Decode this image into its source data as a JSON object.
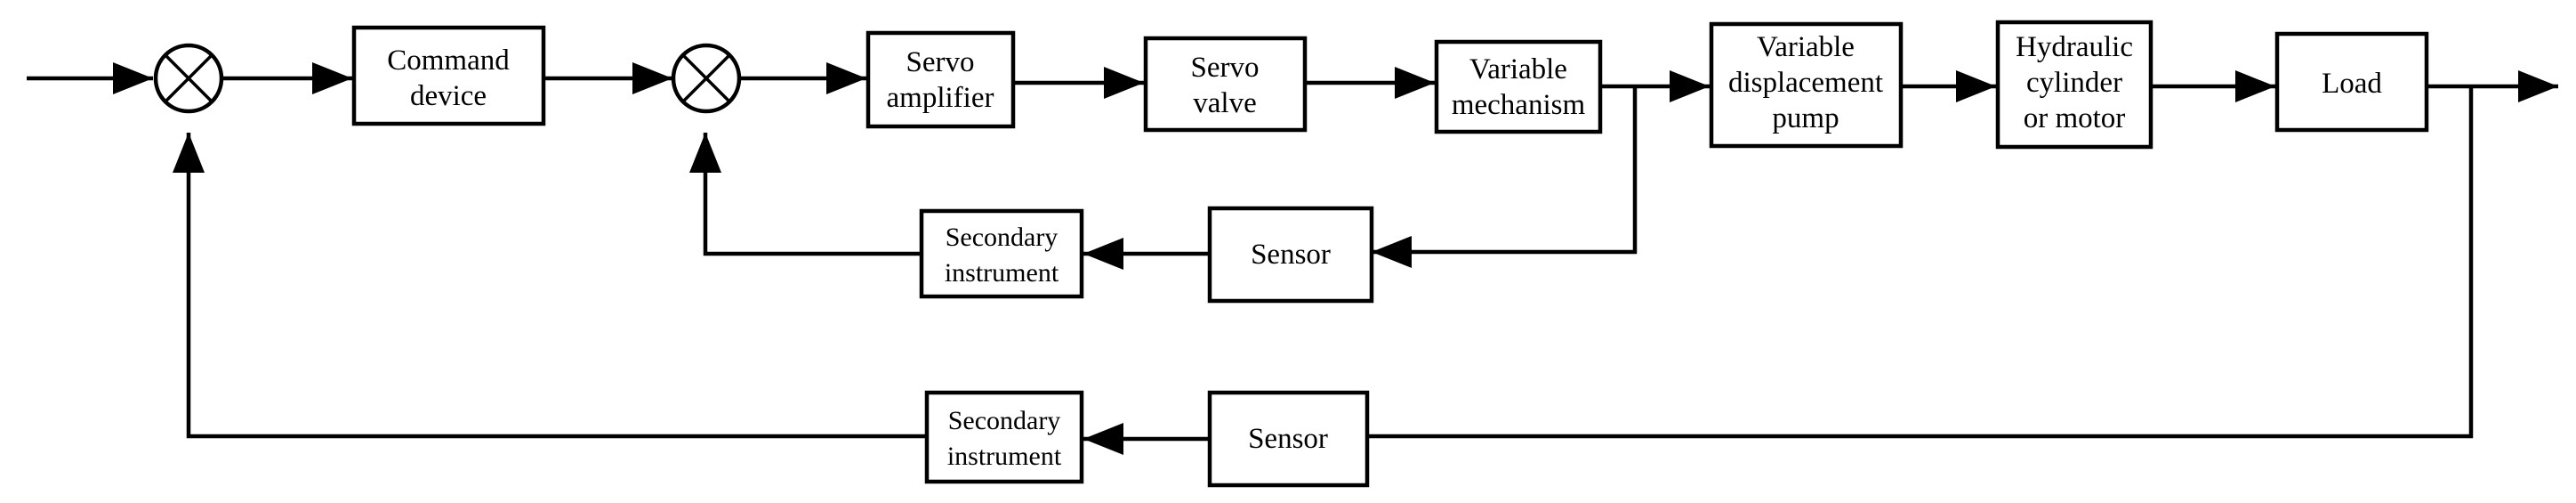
{
  "diagram": {
    "blocks": {
      "command_device": [
        "Command",
        "device"
      ],
      "servo_amplifier": [
        "Servo",
        "amplifier"
      ],
      "servo_valve": [
        "Servo",
        "valve"
      ],
      "variable_mechanism": [
        "Variable",
        "mechanism"
      ],
      "variable_displacement_pump": [
        "Variable",
        "displacement",
        "pump"
      ],
      "hydraulic_actuator": [
        "Hydraulic",
        "cylinder",
        "or motor"
      ],
      "load": [
        "Load"
      ],
      "inner_sensor": [
        "Sensor"
      ],
      "inner_secondary_instrument": [
        "Secondary",
        "instrument"
      ],
      "outer_sensor": [
        "Sensor"
      ],
      "outer_secondary_instrument": [
        "Secondary",
        "instrument"
      ]
    }
  }
}
